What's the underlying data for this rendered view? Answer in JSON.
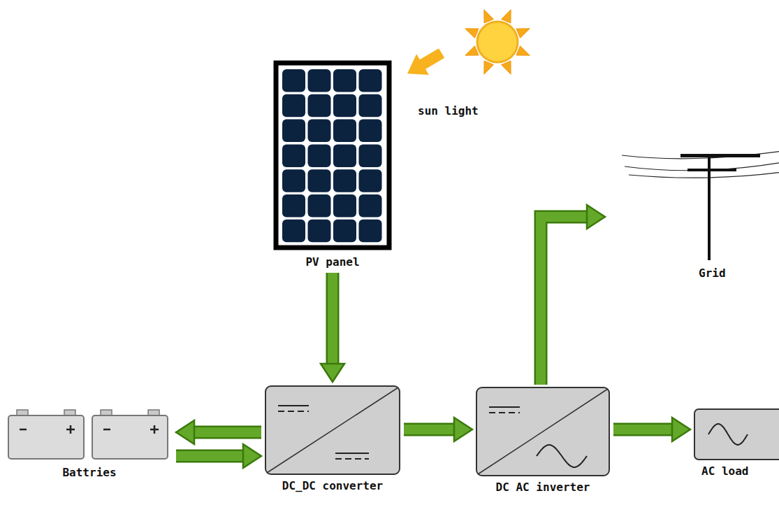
{
  "diagram": {
    "nodes": [
      {
        "text": [
          "PV panel"
        ]
      },
      {
        "text": [
          "Battries"
        ]
      },
      {
        "text": [
          "DC_DC converter"
        ]
      },
      {
        "text": [
          "DC AC inverter"
        ]
      },
      {
        "text": [
          "AC load"
        ]
      },
      {
        "text": [
          "Grid"
        ]
      }
    ],
    "edges": [
      {
        "from": 0,
        "to": 2,
        "arrow": "to"
      },
      {
        "from": 2,
        "to": 1,
        "arrow": "to"
      },
      {
        "from": 1,
        "to": 2,
        "arrow": "to"
      },
      {
        "from": 2,
        "to": 3,
        "arrow": "to"
      },
      {
        "from": 3,
        "to": 5,
        "arrow": "to"
      },
      {
        "from": 3,
        "to": 4,
        "arrow": "to"
      }
    ],
    "labels": [
      "sun light"
    ]
  }
}
